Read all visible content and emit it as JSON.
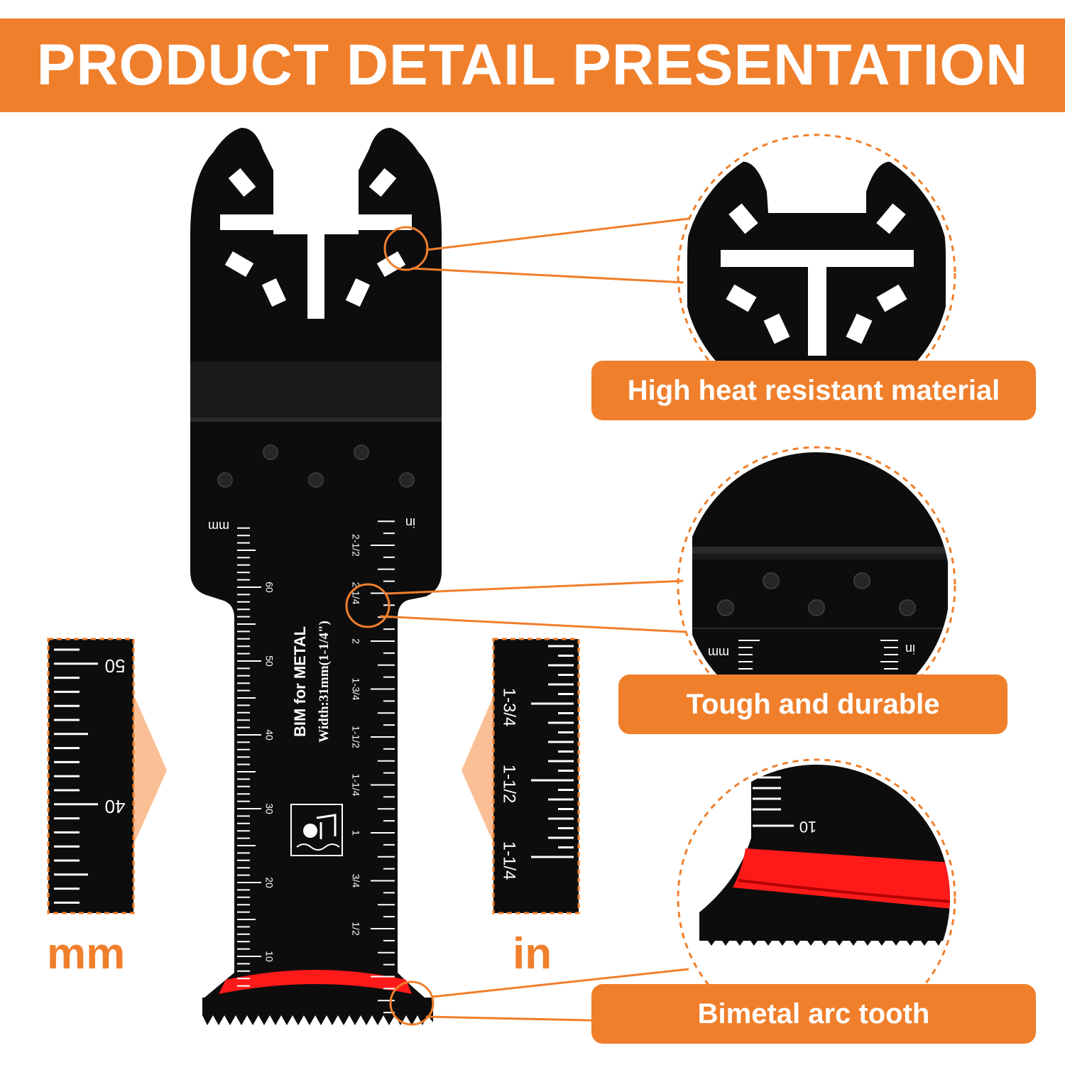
{
  "header": {
    "title": "PRODUCT DETAIL PRESENTATION"
  },
  "blade": {
    "type_text": "BIM for METAL",
    "width_text": "Width:31mm(1-1/4\")",
    "mm_unit": "mm",
    "in_unit": "in",
    "mm_ticks": [
      "10",
      "20",
      "30",
      "40",
      "50",
      "60"
    ],
    "in_ticks": [
      "1/2",
      "3/4",
      "1",
      "1-1/4",
      "1-1/2",
      "1-3/4",
      "2",
      "2-1/4",
      "2-1/2"
    ]
  },
  "features": [
    {
      "label": "High heat resistant material"
    },
    {
      "label": "Tough and durable"
    },
    {
      "label": "Bimetal arc tooth"
    }
  ],
  "zoom_scales": {
    "mm": {
      "labels": [
        "50",
        "40"
      ],
      "unit": "mm"
    },
    "in": {
      "labels": [
        "1-3/4",
        "1-1/2",
        "1-1/4"
      ],
      "unit": "in"
    }
  },
  "colors": {
    "accent": "#f07f2c",
    "blade": "#0d0d0d",
    "band": "#ff1a1a",
    "arrow": "#fbbf95"
  }
}
